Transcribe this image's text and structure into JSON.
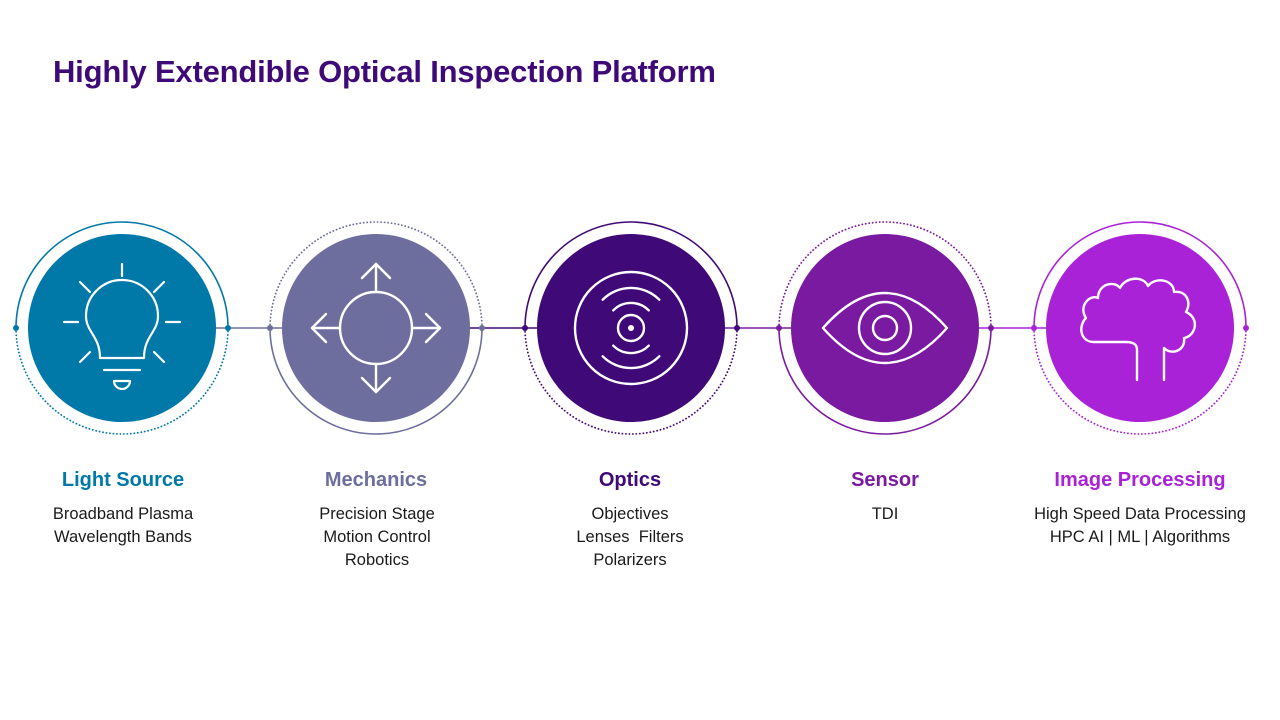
{
  "title": "Highly Extendible Optical Inspection Platform",
  "stages": [
    {
      "label": "Light Source",
      "color": "#0078a8",
      "icon": "lightbulb-icon",
      "lines": [
        "Broadband Plasma",
        "Wavelength Bands"
      ]
    },
    {
      "label": "Mechanics",
      "color": "#6e6e9e",
      "icon": "four-way-arrows-icon",
      "lines": [
        "Precision Stage",
        "Motion Control",
        "Robotics"
      ]
    },
    {
      "label": "Optics",
      "color": "#3f0a78",
      "icon": "lens-target-icon",
      "lines": [
        "Objectives",
        "Lenses  Filters",
        "Polarizers"
      ]
    },
    {
      "label": "Sensor",
      "color": "#7a1aa0",
      "icon": "eye-icon",
      "lines": [
        "TDI"
      ]
    },
    {
      "label": "Image Processing",
      "color": "#a922d8",
      "icon": "brain-icon",
      "lines": [
        "High Speed Data Processing",
        "HPC AI | ML | Algorithms"
      ]
    }
  ]
}
